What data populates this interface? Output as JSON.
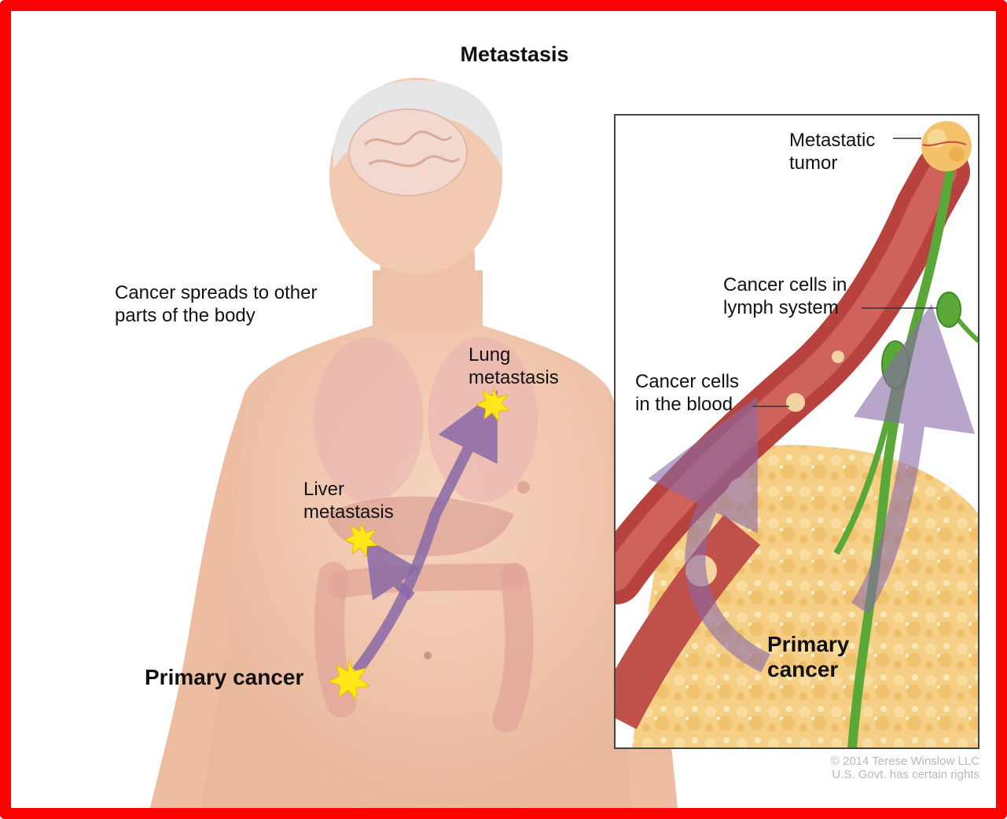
{
  "title": "Metastasis",
  "body_labels": {
    "spread": [
      "Cancer spreads to other",
      "parts of the body"
    ],
    "lung": [
      "Lung",
      "metastasis"
    ],
    "liver": [
      "Liver",
      "metastasis"
    ],
    "primary": "Primary cancer"
  },
  "inset_labels": {
    "metastatic_tumor": [
      "Metastatic",
      "tumor"
    ],
    "lymph": [
      "Cancer cells in",
      "lymph system"
    ],
    "blood": [
      "Cancer cells",
      "in the blood"
    ],
    "primary": [
      "Primary",
      "cancer"
    ]
  },
  "copyright": [
    "© 2014 Terese Winslow LLC",
    "U.S. Govt. has certain rights"
  ],
  "colors": {
    "frame": "#ff0000",
    "skin": "#f2c7ae",
    "arrow": "#8a6aa8",
    "vessel": "#c0504a",
    "lymph": "#5aa838",
    "tumor": "#f4c77a",
    "burst": "#ffe81a"
  }
}
